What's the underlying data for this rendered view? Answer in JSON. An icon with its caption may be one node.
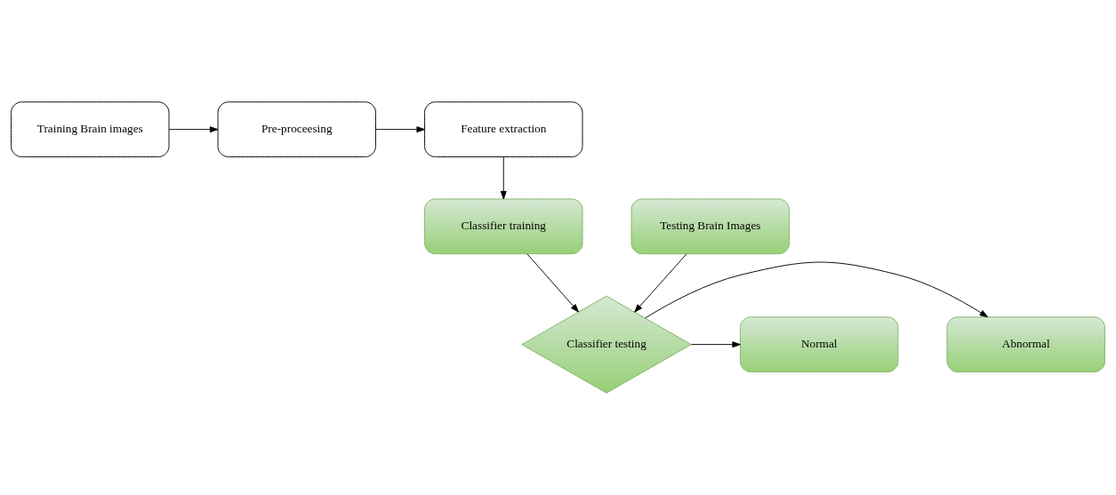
{
  "diagram": {
    "nodes": [
      {
        "text": [
          "Training Brain images"
        ]
      },
      {
        "text": [
          "Pre-proceesing"
        ]
      },
      {
        "text": [
          "Feature extraction"
        ]
      },
      {
        "text": [
          "Classifier training"
        ]
      },
      {
        "text": [
          "Testing Brain Images"
        ]
      },
      {
        "text": [
          "Classifier testing"
        ]
      },
      {
        "text": [
          "Abnormal"
        ]
      },
      {
        "text": [
          "Normal"
        ]
      }
    ],
    "edges": [
      {
        "from": 0,
        "to": 1,
        "arrow": "to"
      },
      {
        "from": 1,
        "to": 2,
        "arrow": "to"
      },
      {
        "from": 2,
        "to": 3,
        "arrow": "to"
      },
      {
        "from": 3,
        "to": 5,
        "arrow": "to"
      },
      {
        "from": 4,
        "to": 5,
        "arrow": "to"
      },
      {
        "from": 5,
        "to": 6,
        "arrow": "to"
      },
      {
        "from": 5,
        "to": 7,
        "arrow": "to"
      }
    ]
  }
}
